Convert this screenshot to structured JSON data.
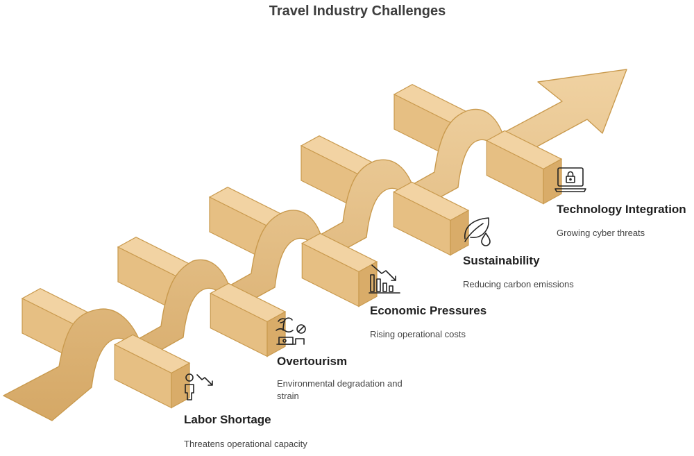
{
  "title": "Travel Industry Challenges",
  "colors": {
    "ribbon_light": "#F0D2A2",
    "ribbon_dark": "#D5A866",
    "ribbon_stroke": "#C99A4E",
    "block_top": "#F2D3A3",
    "block_front": "#E6BF83",
    "block_side": "#D9AC69",
    "text_heading": "#1F1F1F",
    "text_body": "#444444"
  },
  "stages": [
    {
      "heading": "Labor Shortage",
      "description": "Threatens operational capacity",
      "icon": "person-declining-arrow-icon"
    },
    {
      "heading": "Overtourism",
      "description": "Environmental degradation and strain",
      "icon": "crowded-beach-icon"
    },
    {
      "heading": "Economic Pressures",
      "description": "Rising operational costs",
      "icon": "declining-bar-chart-icon"
    },
    {
      "heading": "Sustainability",
      "description": "Reducing carbon emissions",
      "icon": "leaf-drop-icon"
    },
    {
      "heading": "Technology Integration",
      "description": "Growing cyber threats",
      "icon": "laptop-lock-icon"
    }
  ]
}
